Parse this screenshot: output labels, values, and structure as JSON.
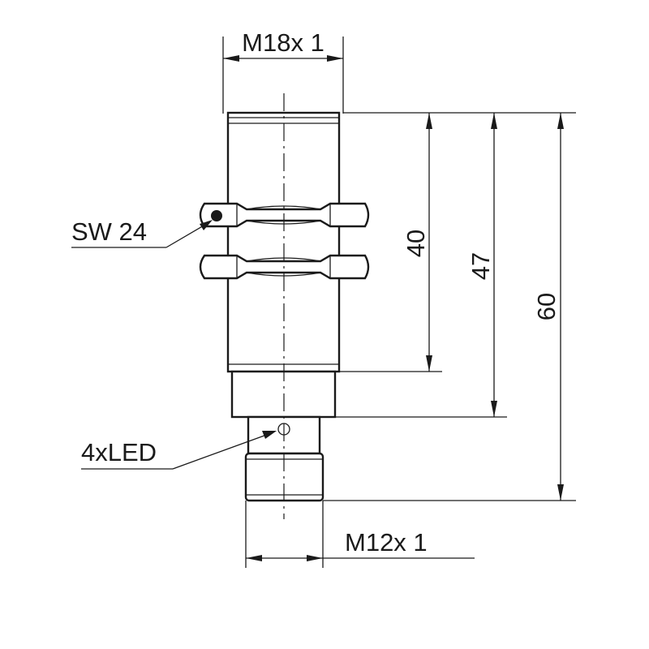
{
  "labels": {
    "thread_top": "M18x 1",
    "wrench": "SW 24",
    "led": "4xLED",
    "thread_bottom": "M12x 1"
  },
  "dimensions": {
    "d40": "40",
    "d47": "47",
    "d60": "60"
  },
  "colors": {
    "line": "#1a1a1a",
    "background": "#ffffff"
  }
}
